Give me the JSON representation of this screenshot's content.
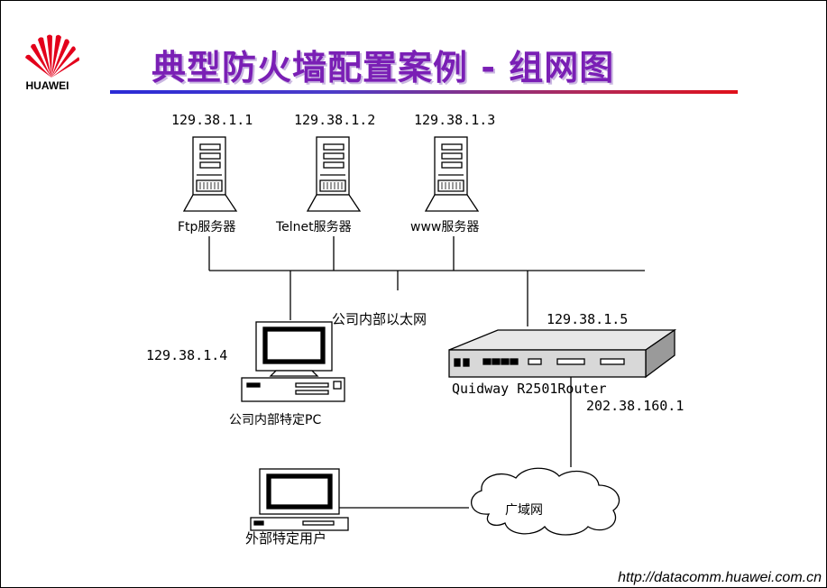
{
  "slide": {
    "brand": "HUAWEI",
    "title": "典型防火墙配置案例 - 组网图",
    "footer_url": "http://datacomm.huawei.com.cn"
  },
  "servers": [
    {
      "ip": "129.38.1.1",
      "name": "Ftp服务器"
    },
    {
      "ip": "129.38.1.2",
      "name": "Telnet服务器"
    },
    {
      "ip": "129.38.1.3",
      "name": "www服务器"
    }
  ],
  "lan_label": "公司内部以太网",
  "internal_pc": {
    "ip": "129.38.1.4",
    "name": "公司内部特定PC"
  },
  "router": {
    "ip_lan": "129.38.1.5",
    "name": "Quidway R2501Router",
    "ip_wan": "202.38.160.1"
  },
  "wan_label": "广域网",
  "external_user": {
    "name": "外部特定用户"
  }
}
